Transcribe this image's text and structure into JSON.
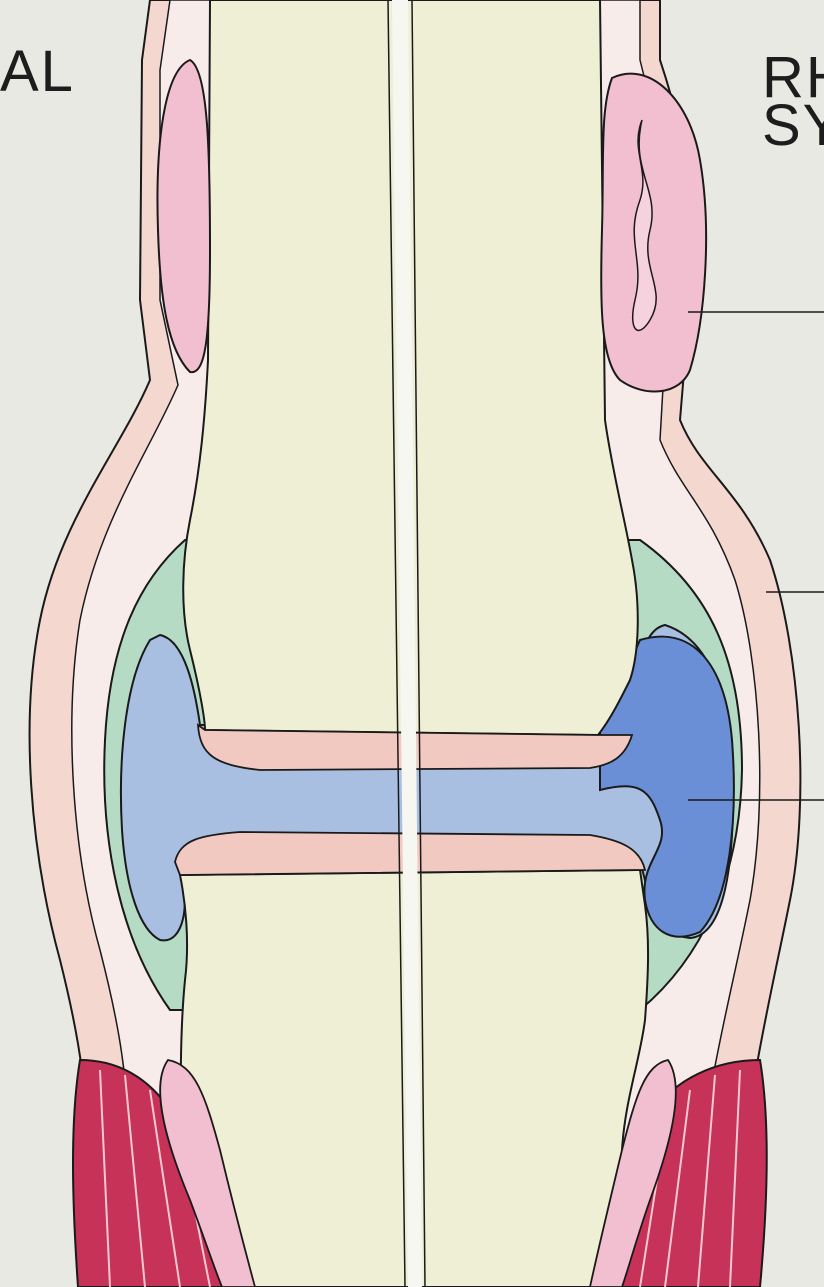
{
  "labels": {
    "left_heading_fragment": "AL",
    "right_heading_line1": "RH",
    "right_heading_line2": "SY"
  },
  "colors": {
    "background": "#e9e9e3",
    "bone": "#eeefd4",
    "cartilage": "#f1c9c0",
    "capsule": "#f3cfc7",
    "fat_pad": "#f2bfd0",
    "synovium": "#b6dbc4",
    "joint_fluid": "#a8bfe2",
    "inflamed_fluid": "#6b8fd6",
    "muscle": "#c73258",
    "outline": "#1a1a1a"
  }
}
